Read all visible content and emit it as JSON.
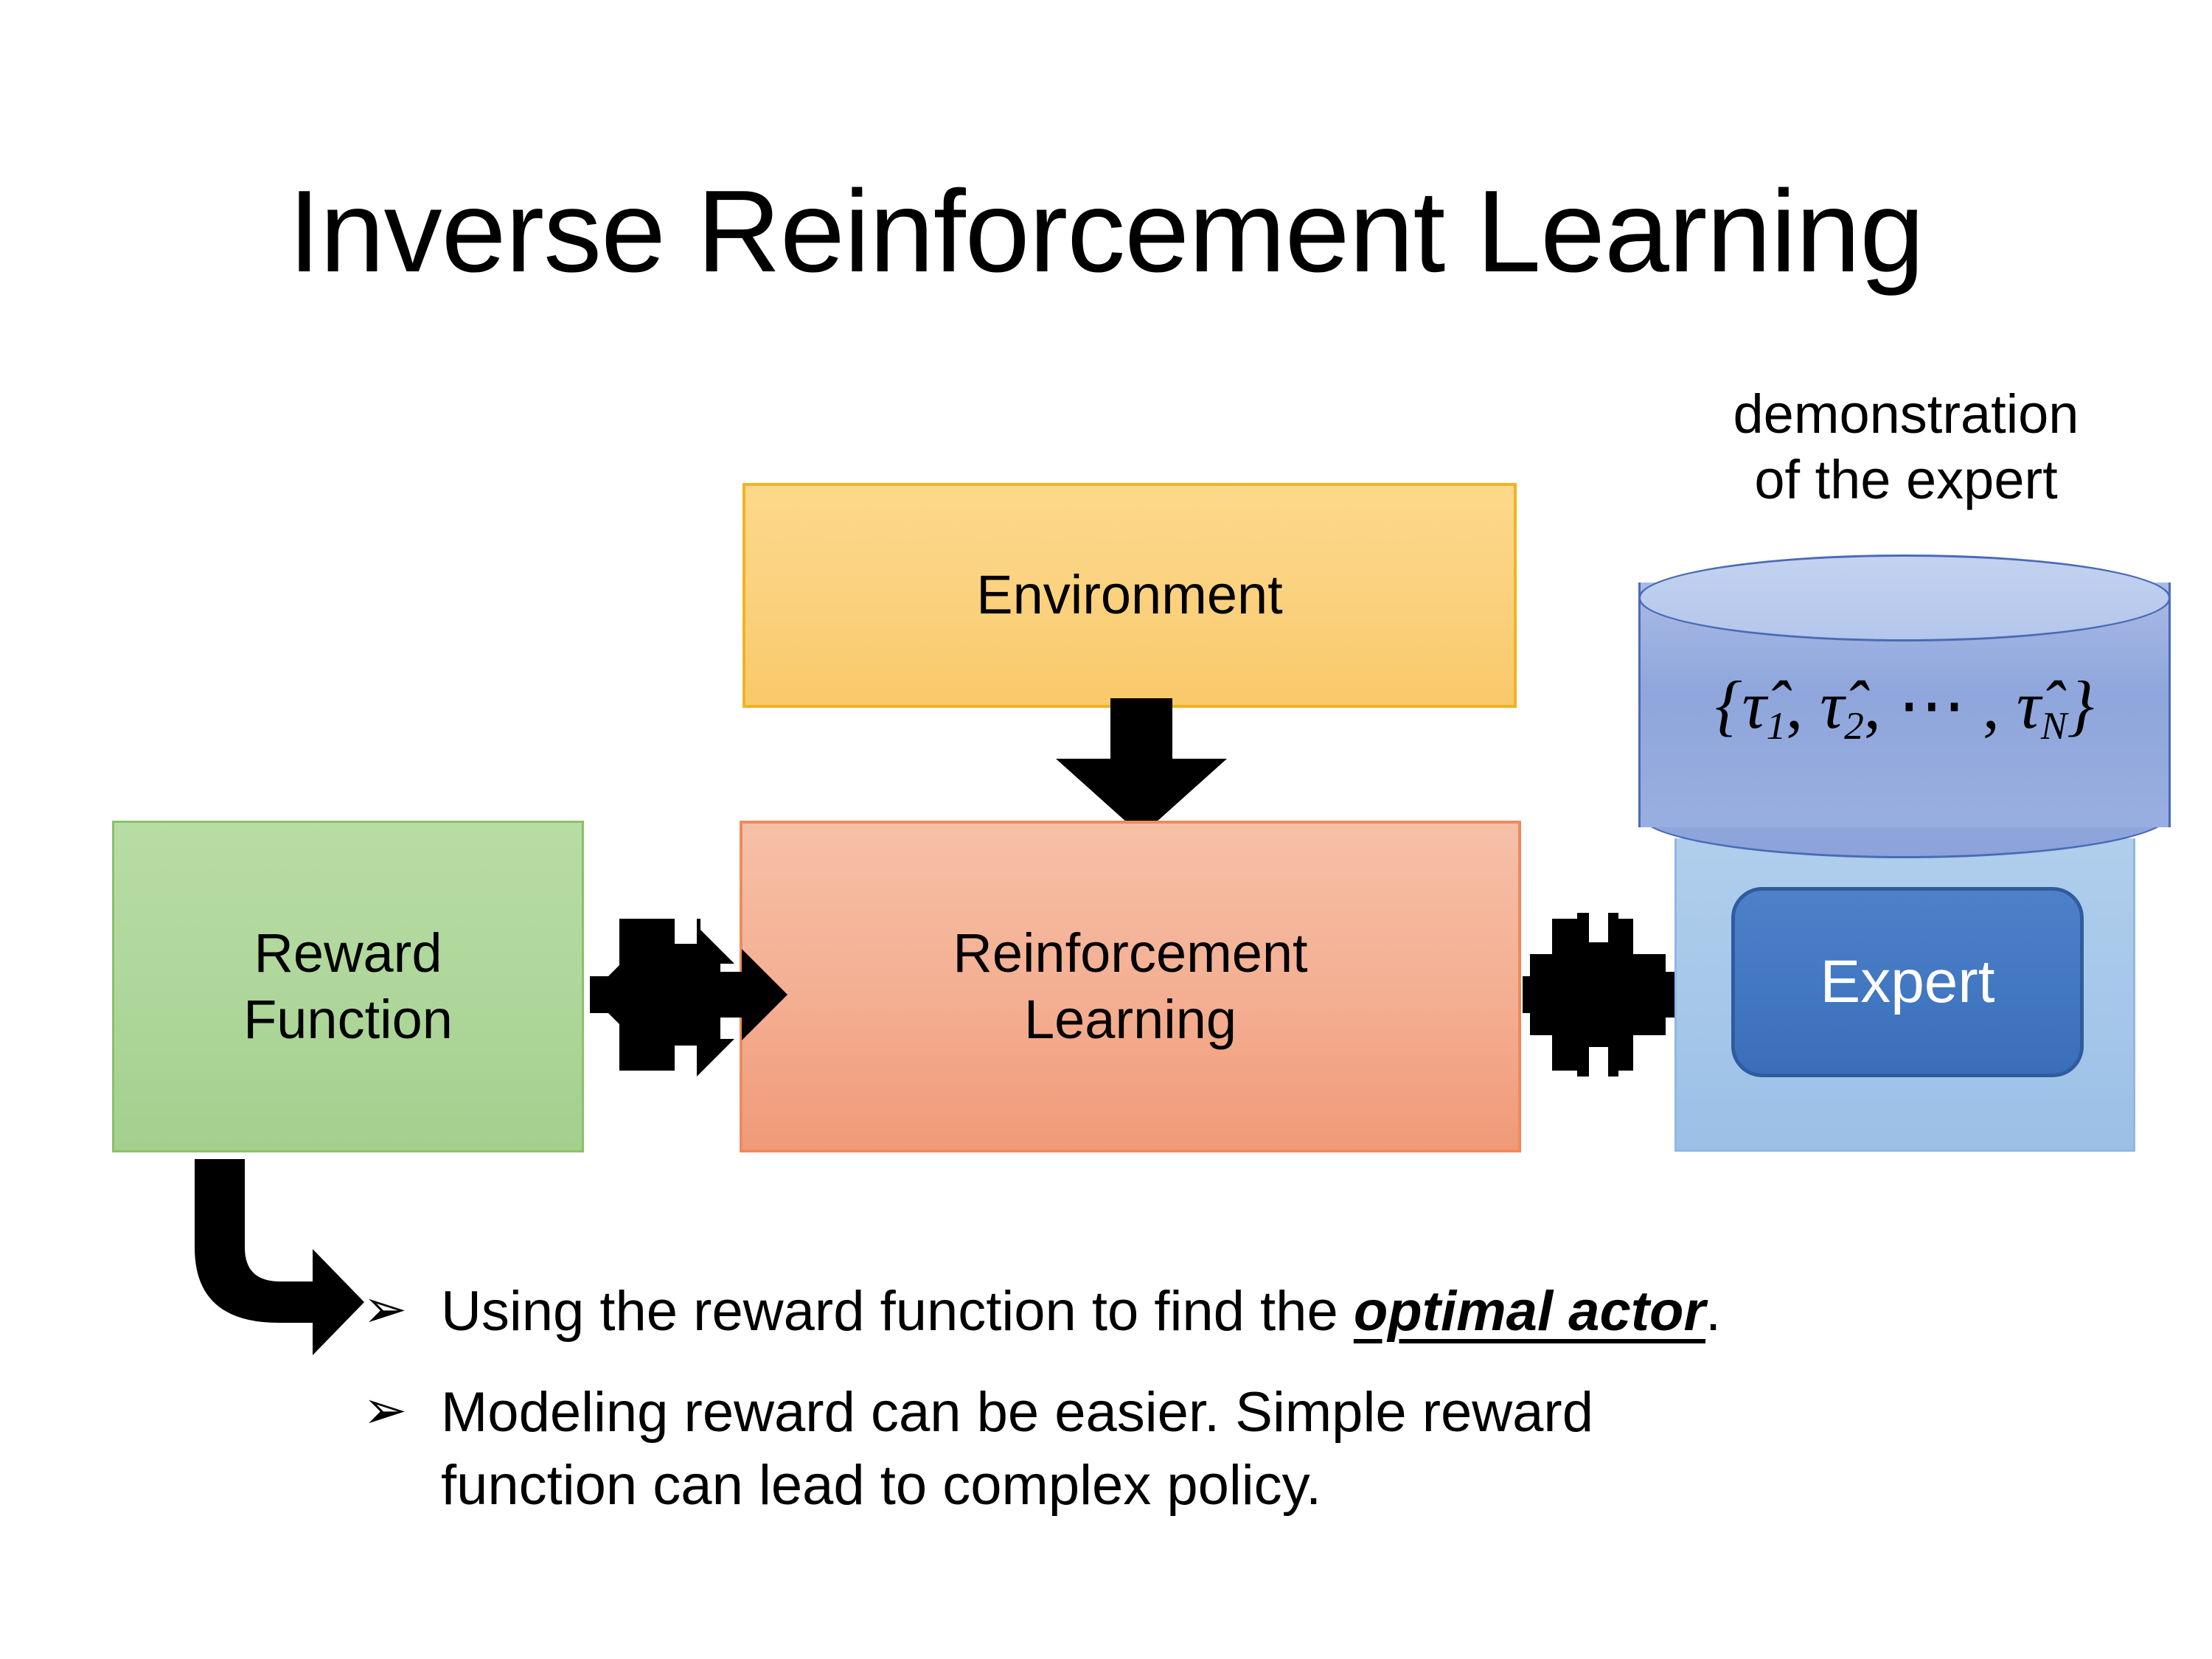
{
  "slide": {
    "title": "Inverse Reinforcement Learning",
    "background_color": "#FFFFFF"
  },
  "diagram": {
    "environment_box": {
      "label": "Environment",
      "fill_color": "#FBD280",
      "border_color": "#F0B323"
    },
    "rl_box": {
      "label_line1": "Reinforcement",
      "label_line2": "Learning",
      "fill_color": "#F4AE91",
      "border_color": "#ED8B5E"
    },
    "reward_box": {
      "label_line1": "Reward",
      "label_line2": "Function",
      "fill_color": "#AED69A",
      "border_color": "#8CC168"
    },
    "expert_panel": {
      "fill_color": "#A4C6E9",
      "border_color": "#8FB8E0"
    },
    "expert_button": {
      "label": "Expert",
      "fill_color": "#4277C2",
      "border_color": "#2F5C9E",
      "text_color": "#FFFFFF"
    },
    "demonstration_label": {
      "line1": "demonstration",
      "line2": "of the expert"
    },
    "cylinder": {
      "formula_open": "{",
      "formula_tau1": "τ̂",
      "formula_sub1": "1",
      "formula_comma1": ", ",
      "formula_tau2": "τ̂",
      "formula_sub2": "2",
      "formula_comma2": ", ⋯ , ",
      "formula_tauN": "τ̂",
      "formula_subN": "N",
      "formula_close": "}",
      "formula_plain": "{τ̂1, τ̂2, ⋯ , τ̂N}",
      "body_color": "#8FA6DC",
      "top_color": "#B4C6EB",
      "border_color": "#4A6BB5"
    },
    "arrows": {
      "environment_to_rl": "down-arrow",
      "reward_rl_link": "double-headed-quad-arrow",
      "rl_expert_link": "double-headed-quad-arrow",
      "reward_to_bullet": "elbow-arrow",
      "color": "#000000"
    }
  },
  "bullets": [
    {
      "marker": "➢",
      "text_before": "Using the reward function to find the ",
      "emphasis": "optimal actor",
      "text_after": "."
    },
    {
      "marker": "➢",
      "line1": "Modeling reward can be easier. Simple reward",
      "line2": "function can lead to complex policy."
    }
  ]
}
